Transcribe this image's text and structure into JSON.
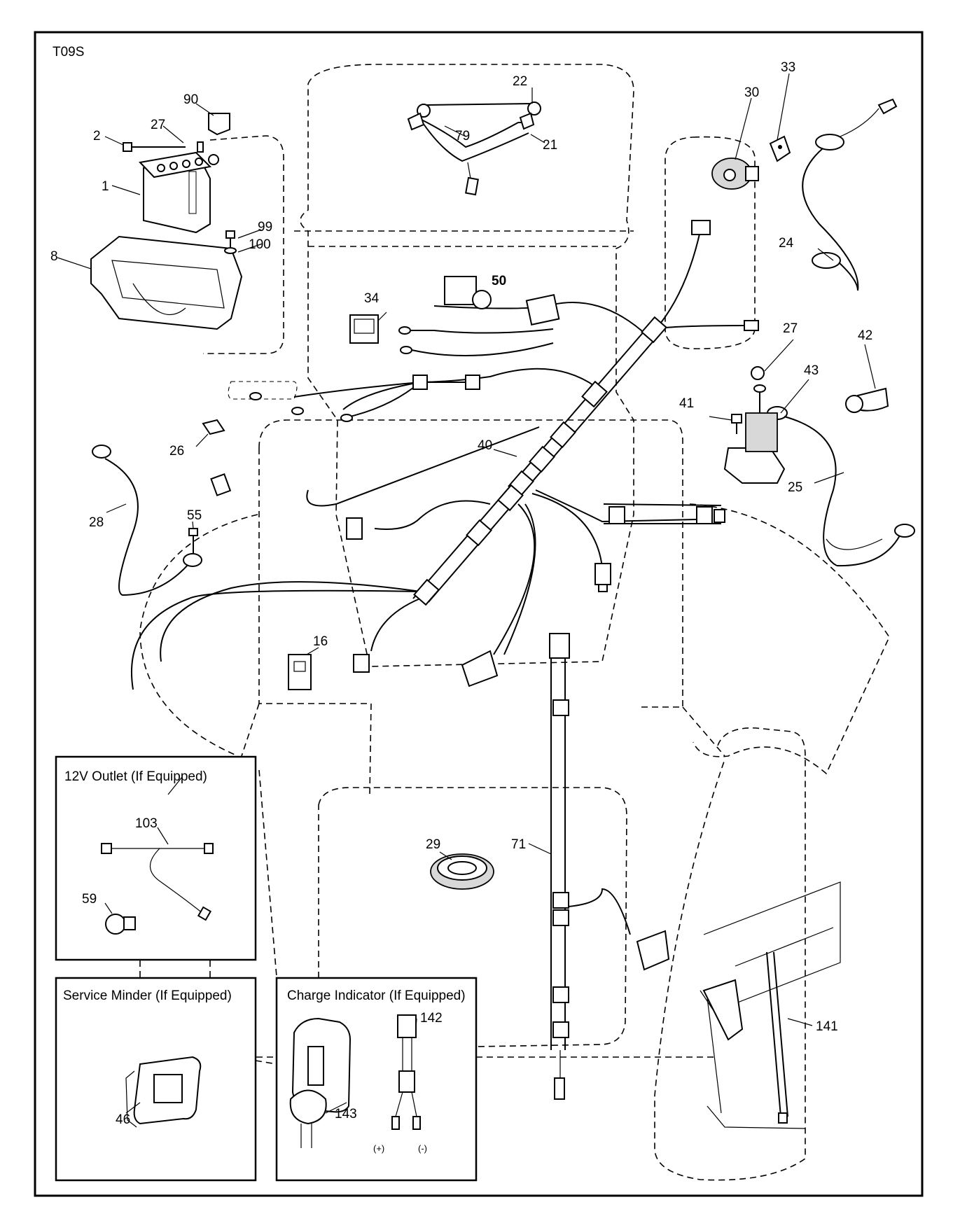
{
  "diagram_code": "T09S",
  "callouts": {
    "c1": "1",
    "c2": "2",
    "c8": "8",
    "c16": "16",
    "c21": "21",
    "c22": "22",
    "c24": "24",
    "c25": "25",
    "c26": "26",
    "c27a": "27",
    "c27b": "27",
    "c28": "28",
    "c29": "29",
    "c30": "30",
    "c33": "33",
    "c34": "34",
    "c40": "40",
    "c41": "41",
    "c42": "42",
    "c43": "43",
    "c46": "46",
    "c50": "50",
    "c55": "55",
    "c59": "59",
    "c71": "71",
    "c79": "79",
    "c90": "90",
    "c99": "99",
    "c100": "100",
    "c103": "103",
    "c141": "141",
    "c142": "142",
    "c143": "143"
  },
  "insets": {
    "outlet": {
      "title": "12V Outlet (If Equipped)"
    },
    "minder": {
      "title": "Service Minder (If Equipped)"
    },
    "charge": {
      "title": "Charge Indicator (If Equipped)",
      "plus": "(+)",
      "minus": "(-)"
    }
  }
}
